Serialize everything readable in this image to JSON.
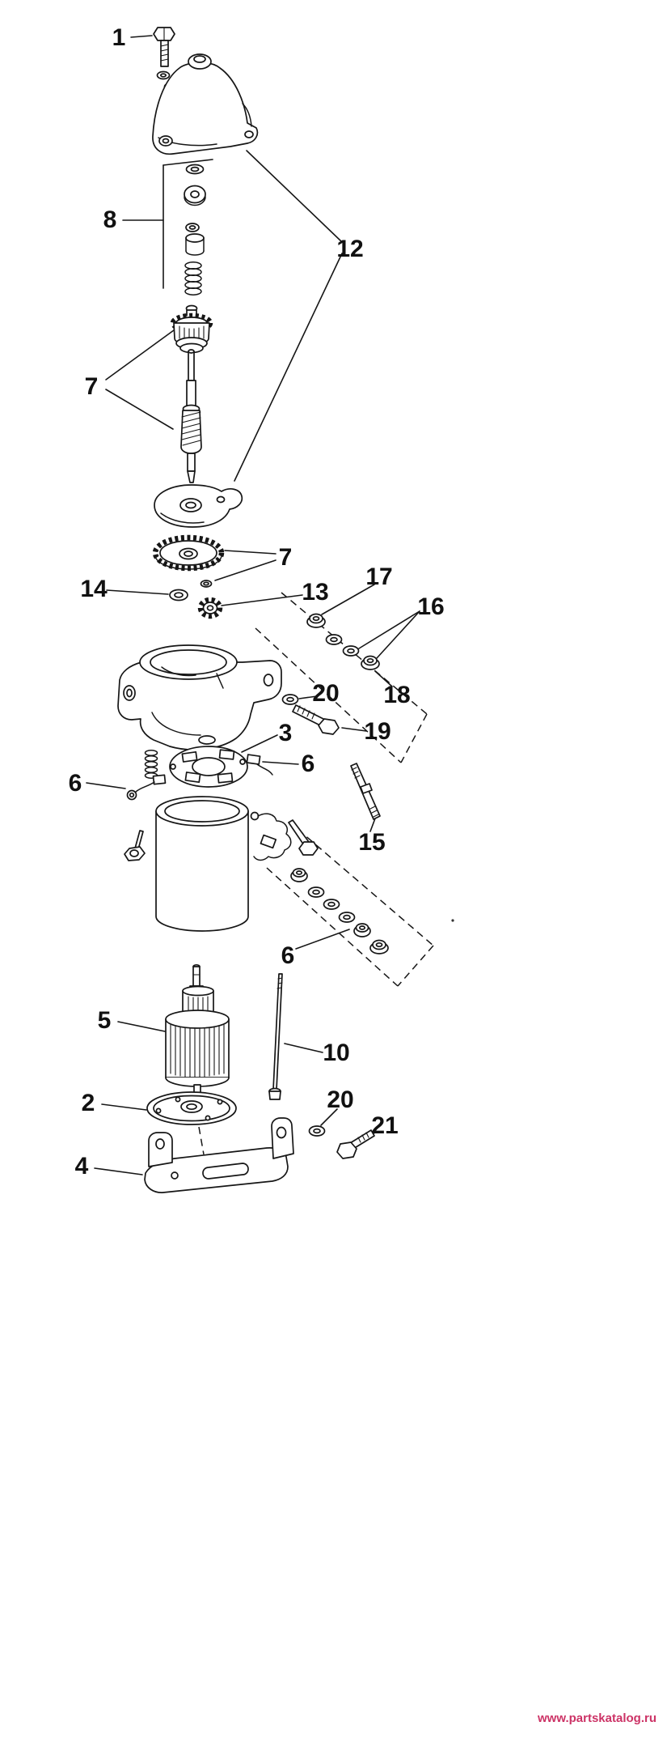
{
  "diagram": {
    "background": "#ffffff",
    "ink": "#161616",
    "callouts": {
      "c1": "1",
      "c8": "8",
      "c12": "12",
      "c7a": "7",
      "c7b": "7",
      "c14": "14",
      "c13": "13",
      "c17": "17",
      "c16": "16",
      "c20a": "20",
      "c18": "18",
      "c19": "19",
      "c3": "3",
      "c6a": "6",
      "c6b": "6",
      "c15": "15",
      "c6c": "6",
      "c5": "5",
      "c10": "10",
      "c2": "2",
      "c20b": "20",
      "c21": "21",
      "c4": "4"
    },
    "watermark": {
      "text": "www.partskatalog.ru",
      "color": "#cc3366"
    }
  }
}
